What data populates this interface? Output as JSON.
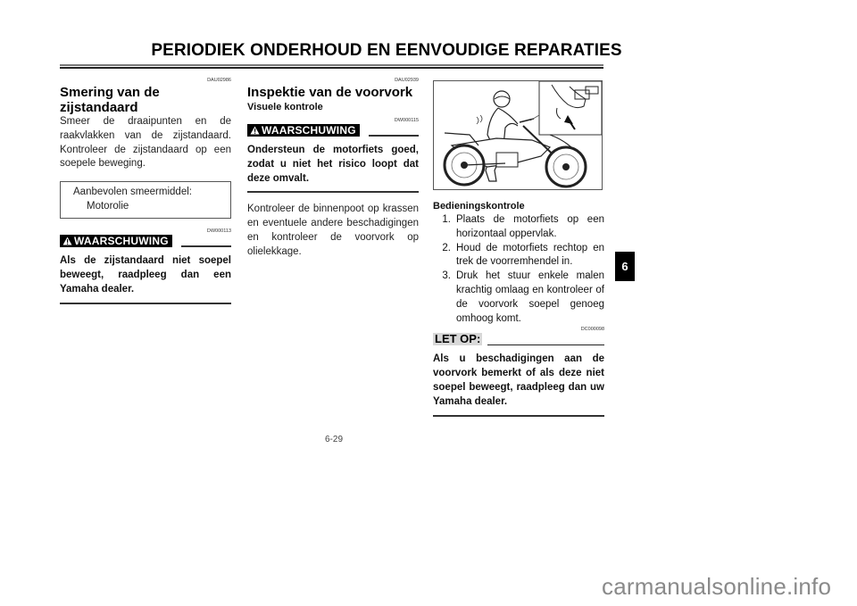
{
  "header": {
    "title": "PERIODIEK ONDERHOUD EN EENVOUDIGE REPARATIES"
  },
  "column1": {
    "code": "DAU02986",
    "heading": "Smering van de zijstandaard",
    "body": "Smeer de draaipunten en de raakvlakken van de zijstandaard. Kontroleer de zijstandaard op een soepele beweging.",
    "box": {
      "label": "Aanbevolen smeermiddel:",
      "value": "Motorolie"
    },
    "warning": {
      "code": "DW000113",
      "label": "WAARSCHUWING",
      "text": "Als de zijstandaard niet soepel beweegt, raadpleeg dan een Yamaha dealer."
    }
  },
  "column2": {
    "code": "DAU02939",
    "heading": "Inspektie van de voorvork",
    "subheading": "Visuele kontrole",
    "warning": {
      "code": "DW000115",
      "label": "WAARSCHUWING",
      "text": "Ondersteun de motorfiets goed, zodat u niet het risico loopt dat deze omvalt."
    },
    "body": "Kontroleer de binnenpoot op krassen en eventuele andere beschadigingen en kontroleer de voorvork op olielekkage."
  },
  "column3": {
    "figure": {
      "icon": "motorcycle-front-fork-illustration"
    },
    "subheading": "Bedieningskontrole",
    "steps": [
      {
        "num": "1.",
        "text": "Plaats de motorfiets op een horizontaal oppervlak."
      },
      {
        "num": "2.",
        "text": "Houd de motorfiets rechtop en trek de voorremhendel in."
      },
      {
        "num": "3.",
        "text": "Druk het stuur enkele malen krachtig omlaag en kontroleer of de voorvork soepel genoeg omhoog komt."
      }
    ],
    "caution": {
      "code": "DC000098",
      "label": "LET OP:",
      "text": "Als u beschadigingen aan de voorvork bemerkt of als deze niet soepel beweegt, raadpleeg dan uw Yamaha dealer."
    }
  },
  "side_tab": {
    "label": "6"
  },
  "footer": {
    "page_number": "6-29"
  },
  "watermark": {
    "text": "carmanualsonline.info"
  }
}
